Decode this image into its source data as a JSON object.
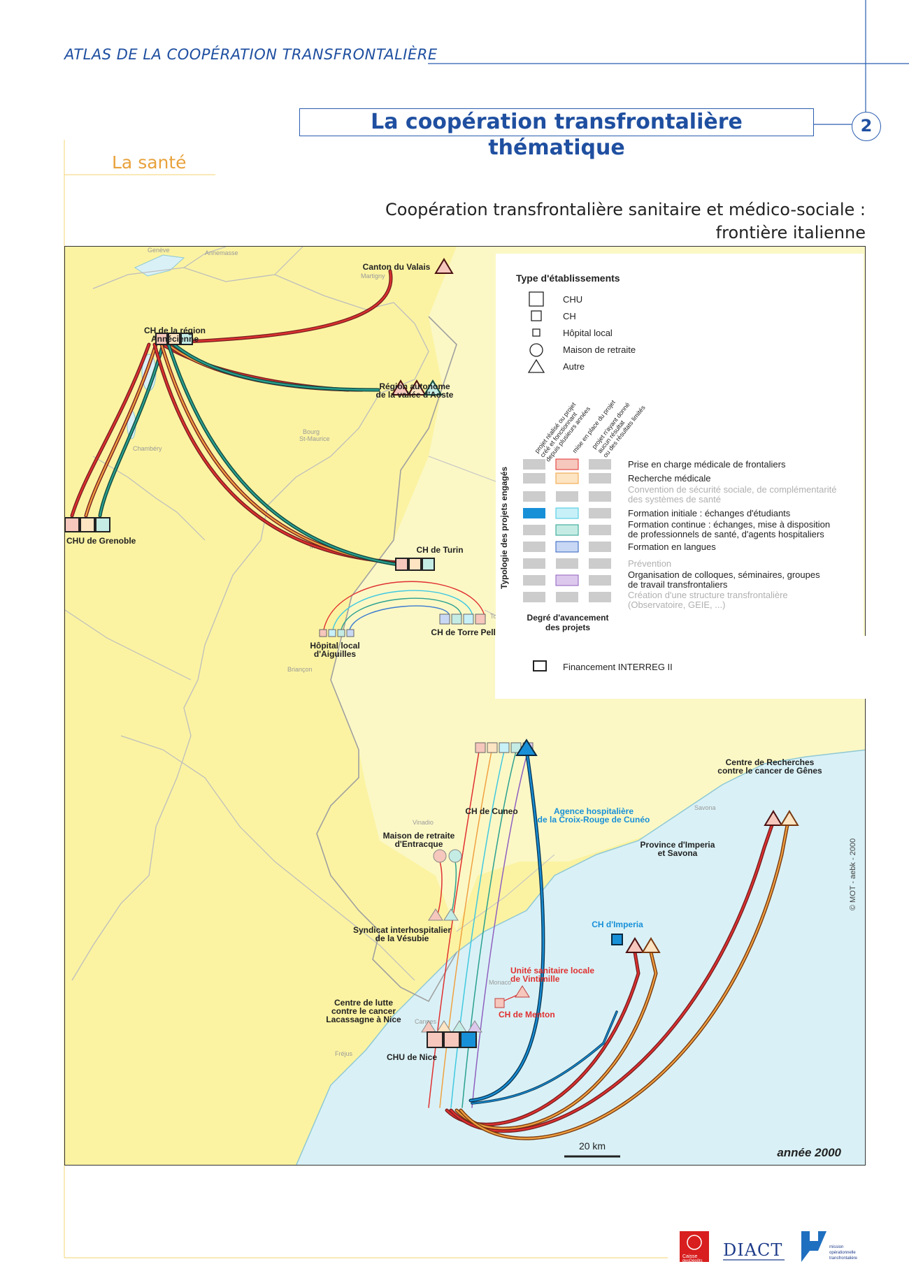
{
  "header": {
    "atlas_title": "ATLAS DE LA COOPÉRATION  TRANSFRONTALIÈRE",
    "section_title": "La coopération transfrontalière thématique",
    "page_number": "2",
    "theme": "La santé"
  },
  "map": {
    "title_line1": "Coopération transfrontalière sanitaire et médico-sociale :",
    "title_line2": "frontière italienne",
    "year": "année 2000",
    "scale": "20 km",
    "copyright": "© MOT - aebk - 2000",
    "colors": {
      "land_fr": "#fbf4a4",
      "land_it": "#fbf8c8",
      "sea": "#d9f1f6",
      "red": "#e03030",
      "orange": "#f0a040",
      "teal": "#2aa090",
      "cyan": "#40c8e0",
      "blue": "#1890d8",
      "purple": "#9060c0"
    },
    "places": {
      "valais": "Canton du Valais",
      "annecy1": "CH de la région",
      "annecy2": "Annécienne",
      "aoste1": "Région autonome",
      "aoste2": "de la vallée d'Aoste",
      "grenoble": "CHU de Grenoble",
      "turin": "CH de Turin",
      "torre": "CH de Torre Pellice",
      "aiguilles1": "Hôpital local",
      "aiguilles2": "d'Aiguilles",
      "genes1": "Centre de Recherches",
      "genes2": "contre le cancer de Gênes",
      "cuneo": "CH de Cuneo",
      "agence1": "Agence hospitalière",
      "agence2": "de la Croix-Rouge de Cunéo",
      "entracque1": "Maison de retraite",
      "entracque2": "d'Entracque",
      "imperia_prov1": "Province d'Imperia",
      "imperia_prov2": "et Savona",
      "vesubie1": "Syndicat interhospitalier",
      "vesubie2": "de la Vésubie",
      "imperia_ch": "CH d'Imperia",
      "vintimille1": "Unité sanitaire locale",
      "vintimille2": "de Vintimille",
      "menton": "CH de Menton",
      "lacassagne1": "Centre de lutte",
      "lacassagne2": "contre le cancer",
      "lacassagne3": "Lacassagne à Nice",
      "nice": "CHU de Nice"
    },
    "background_towns": {
      "geneve": "Genève",
      "annemasse": "Annemasse",
      "martigny": "Martigny",
      "bourg": "Bourg",
      "st_maurice": "St-Maurice",
      "chambery": "Chambéry",
      "modane": "Modane",
      "briancon": "Briançon",
      "torino": "Torino",
      "vinadio": "Vinadio",
      "savona": "Savona",
      "monaco": "Monaco",
      "cannes": "Cannes",
      "frejus": "Fréjus"
    }
  },
  "legend": {
    "type_title": "Type d'établissements",
    "types": [
      "CHU",
      "CH",
      "Hôpital local",
      "Maison de retraite",
      "Autre"
    ],
    "col_headers": [
      [
        "projet réalisé ou projet",
        "créé et fonctionnant",
        "depuis plusieurs années"
      ],
      [
        "mise en place du projet"
      ],
      [
        "projet n'ayant donné",
        "aucun résultat",
        "ou des résultats limités"
      ]
    ],
    "vertical_label": "Typologie des projets engagés",
    "rows": [
      {
        "label": [
          "Prise en charge médicale de frontaliers"
        ],
        "muted": false,
        "c1": "#cccccc",
        "c2": "#f6c7bc",
        "c2b": "#e03030",
        "c3": "#cccccc"
      },
      {
        "label": [
          "Recherche médicale"
        ],
        "muted": false,
        "c1": "#cccccc",
        "c2": "#fde4c2",
        "c2b": "#f0a040",
        "c3": "#cccccc"
      },
      {
        "label": [
          "Convention de sécurité sociale, de complémentarité",
          "des systèmes de santé"
        ],
        "muted": true,
        "c1": "#cccccc",
        "c2": "#cccccc",
        "c2b": "#cccccc",
        "c3": "#cccccc"
      },
      {
        "label": [
          "Formation initiale : échanges d'étudiants"
        ],
        "muted": false,
        "c1": "#1890d8",
        "c2": "#c8f0f8",
        "c2b": "#40c8e0",
        "c3": "#cccccc"
      },
      {
        "label": [
          "Formation continue : échanges, mise à disposition",
          "de professionnels de santé, d'agents hospitaliers"
        ],
        "muted": false,
        "c1": "#cccccc",
        "c2": "#c4ece4",
        "c2b": "#2aa090",
        "c3": "#cccccc"
      },
      {
        "label": [
          "Formation en langues"
        ],
        "muted": false,
        "c1": "#cccccc",
        "c2": "#c8d8f4",
        "c2b": "#3060c0",
        "c3": "#cccccc"
      },
      {
        "label": [
          "Prévention"
        ],
        "muted": true,
        "c1": "#cccccc",
        "c2": "#cccccc",
        "c2b": "#cccccc",
        "c3": "#cccccc"
      },
      {
        "label": [
          "Organisation de colloques, séminaires, groupes",
          "de travail transfrontaliers"
        ],
        "muted": false,
        "c1": "#cccccc",
        "c2": "#dcc8ec",
        "c2b": "#9060c0",
        "c3": "#cccccc"
      },
      {
        "label": [
          "Création d'une structure transfrontalière",
          "(Observatoire, GEIE, ...)"
        ],
        "muted": true,
        "c1": "#cccccc",
        "c2": "#cccccc",
        "c2b": "#cccccc",
        "c3": "#cccccc"
      }
    ],
    "degree_label": [
      "Degré d'avancement",
      "des projets"
    ],
    "interreg": "Financement INTERREG II"
  },
  "footer": {
    "cdc": [
      "Caisse",
      "desDépôts"
    ],
    "diact": "DIACT",
    "mot": [
      "mission",
      "opérationnelle",
      "transfrontalière"
    ]
  }
}
